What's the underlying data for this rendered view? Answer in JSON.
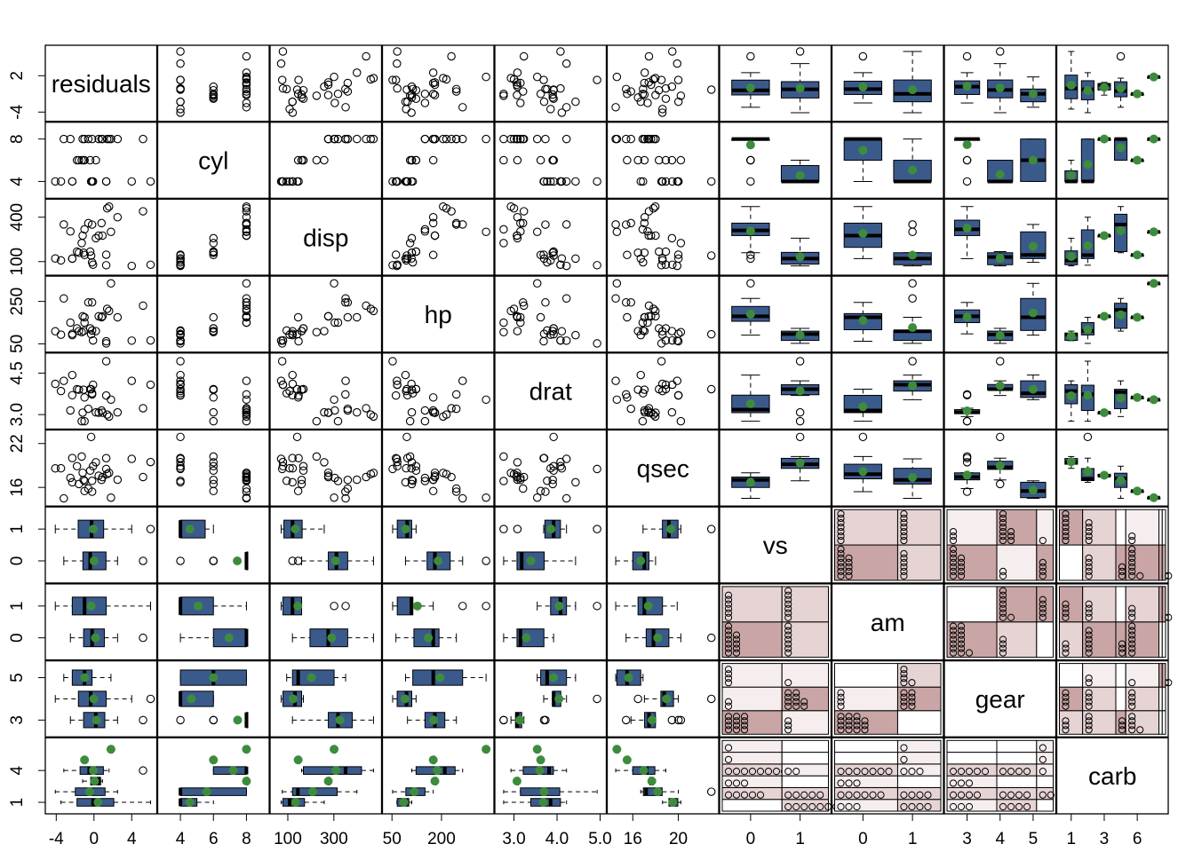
{
  "chart_data": {
    "type": "scatter",
    "title": "",
    "variables": [
      "residuals",
      "cyl",
      "disp",
      "hp",
      "drat",
      "qsec",
      "vs",
      "am",
      "gear",
      "carb"
    ],
    "colors": {
      "box_fill": "#3b5a8c",
      "mean_point": "#3d8c3d",
      "mosaic_dark": "#c9a5a5",
      "mosaic_mid": "#e6d3d3",
      "mosaic_light": "#f6eeee"
    },
    "axes": {
      "residuals": {
        "range": [
          -4.5,
          6
        ],
        "ticks": [
          -4,
          0,
          4
        ],
        "inner_ticks": [
          "-4",
          "2"
        ]
      },
      "cyl": {
        "range": [
          3,
          9
        ],
        "ticks": [
          4,
          6,
          8
        ]
      },
      "disp": {
        "range": [
          50,
          480
        ],
        "ticks": [
          100,
          300
        ],
        "inner_ticks": [
          "100",
          "400"
        ]
      },
      "hp": {
        "range": [
          40,
          340
        ],
        "ticks": [
          50,
          200
        ],
        "inner_ticks": [
          "50",
          "250"
        ]
      },
      "drat": {
        "range": [
          2.7,
          5.0
        ],
        "ticks": [
          3.0,
          4.0,
          5.0
        ],
        "inner_ticks": [
          "3.0",
          "4.5"
        ]
      },
      "qsec": {
        "range": [
          14.3,
          23.0
        ],
        "ticks": [
          16,
          20
        ],
        "inner_ticks": [
          "16",
          "22"
        ]
      },
      "vs": {
        "levels": [
          "0",
          "1"
        ]
      },
      "am": {
        "levels": [
          "0",
          "1"
        ]
      },
      "gear": {
        "levels": [
          "3",
          "4",
          "5"
        ]
      },
      "carb": {
        "levels": [
          "1",
          "2",
          "3",
          "4",
          "6",
          "8"
        ],
        "axis_ticks": [
          "1",
          "3",
          "6"
        ],
        "inner_ticks": [
          "1",
          "4"
        ]
      }
    },
    "bottom_tick_labels": [
      [
        "-4",
        "0",
        "4"
      ],
      [
        "4",
        "6",
        "8"
      ],
      [
        "100",
        "300"
      ],
      [
        "50",
        "200"
      ],
      [
        "3.0",
        "4.0",
        "5.0"
      ],
      [
        "16",
        "20"
      ],
      [
        "0",
        "1"
      ],
      [
        "0",
        "1"
      ],
      [
        "3",
        "4",
        "5"
      ],
      [
        "1",
        "3",
        "6"
      ]
    ],
    "left_tick_labels": [
      [
        "-4",
        "2"
      ],
      [
        "4",
        "8"
      ],
      [
        "100",
        "400"
      ],
      [
        "50",
        "250"
      ],
      [
        "3.0",
        "4.5"
      ],
      [
        "16",
        "22"
      ],
      [
        "0",
        "1"
      ],
      [
        "0",
        "1"
      ],
      [
        "3",
        "5"
      ],
      [
        "1",
        "4"
      ]
    ],
    "data": {
      "residuals": [
        -1.6,
        -1.1,
        -3.5,
        0.2,
        0.8,
        -1.3,
        -0.6,
        1.3,
        -0.3,
        -0.4,
        -1.8,
        0.9,
        0.5,
        -1.2,
        1.6,
        1.4,
        5.2,
        6.0,
        1.3,
        4.0,
        -2.3,
        -1.0,
        -2.5,
        -0.2,
        2.5,
        -0.1,
        -2.3,
        -0.2,
        -3.2,
        -1.0,
        1.8,
        -4.1
      ],
      "cyl": [
        6,
        6,
        4,
        6,
        8,
        6,
        8,
        4,
        4,
        6,
        6,
        8,
        8,
        8,
        8,
        8,
        8,
        4,
        4,
        4,
        4,
        8,
        8,
        8,
        8,
        4,
        4,
        4,
        8,
        6,
        8,
        4
      ],
      "disp": [
        160,
        160,
        108,
        258,
        360,
        225,
        360,
        146.7,
        140.8,
        167.6,
        167.6,
        275.8,
        275.8,
        275.8,
        472,
        460,
        440,
        78.7,
        75.7,
        71.1,
        120.1,
        318,
        304,
        350,
        400,
        79,
        120.3,
        95.1,
        351,
        145,
        301,
        121
      ],
      "hp": [
        110,
        110,
        93,
        110,
        175,
        105,
        245,
        62,
        95,
        123,
        123,
        180,
        180,
        180,
        205,
        215,
        230,
        66,
        52,
        65,
        97,
        150,
        150,
        245,
        175,
        66,
        91,
        113,
        264,
        175,
        335,
        109
      ],
      "drat": [
        3.9,
        3.9,
        3.85,
        3.08,
        3.15,
        2.76,
        3.21,
        3.69,
        3.92,
        3.92,
        3.92,
        3.07,
        3.07,
        3.07,
        2.93,
        3.0,
        3.23,
        4.08,
        4.93,
        4.22,
        3.7,
        2.76,
        3.15,
        3.73,
        3.08,
        4.08,
        4.43,
        3.77,
        4.22,
        3.62,
        3.54,
        4.11
      ],
      "qsec": [
        16.46,
        17.02,
        18.61,
        19.44,
        17.02,
        20.22,
        15.84,
        20.0,
        22.9,
        18.3,
        18.9,
        17.4,
        17.6,
        18.0,
        17.98,
        17.82,
        17.42,
        19.47,
        18.52,
        19.9,
        20.01,
        16.87,
        17.3,
        15.41,
        17.05,
        18.9,
        16.7,
        16.9,
        14.5,
        15.5,
        14.6,
        18.6
      ],
      "vs": [
        0,
        0,
        1,
        1,
        0,
        1,
        0,
        1,
        1,
        1,
        1,
        0,
        0,
        0,
        0,
        0,
        0,
        1,
        1,
        1,
        1,
        0,
        0,
        0,
        0,
        1,
        0,
        1,
        0,
        0,
        0,
        1
      ],
      "am": [
        1,
        1,
        1,
        0,
        0,
        0,
        0,
        0,
        0,
        0,
        0,
        0,
        0,
        0,
        0,
        0,
        0,
        1,
        1,
        1,
        0,
        0,
        0,
        0,
        0,
        1,
        1,
        1,
        1,
        1,
        1,
        1
      ],
      "gear": [
        4,
        4,
        4,
        3,
        3,
        3,
        3,
        4,
        4,
        4,
        4,
        3,
        3,
        3,
        3,
        3,
        3,
        4,
        4,
        4,
        3,
        3,
        3,
        3,
        3,
        4,
        5,
        5,
        5,
        5,
        5,
        4
      ],
      "carb": [
        4,
        4,
        1,
        1,
        2,
        1,
        4,
        2,
        2,
        4,
        4,
        3,
        3,
        3,
        4,
        4,
        4,
        1,
        2,
        1,
        1,
        2,
        2,
        4,
        2,
        1,
        2,
        2,
        4,
        6,
        8,
        2
      ]
    }
  }
}
